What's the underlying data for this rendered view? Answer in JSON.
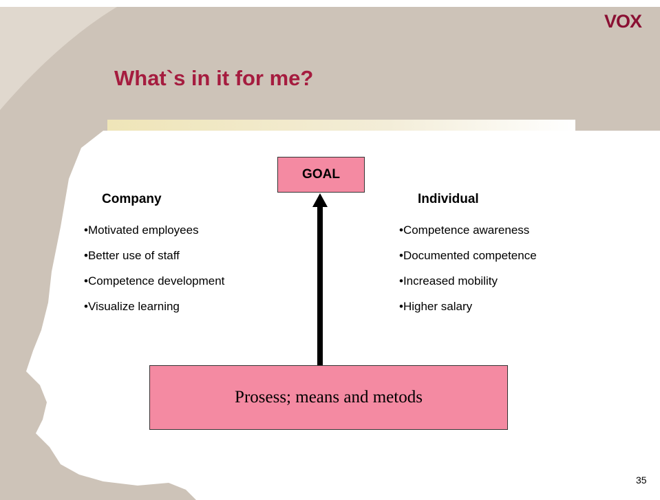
{
  "logo": "VOX",
  "title": "What`s in it for me?",
  "goal": "GOAL",
  "company": {
    "heading": "Company",
    "items": [
      "•Motivated employees",
      "•Better use of staff",
      "•Competence development",
      "•Visualize learning"
    ]
  },
  "individual": {
    "heading": "Individual",
    "items": [
      "•Competence awareness",
      "•Documented competence",
      "•Increased mobility",
      "•Higher salary"
    ]
  },
  "process": "Prosess; means and metods",
  "page_number": "35",
  "colors": {
    "title": "#a51c3f",
    "box_fill": "#f48aa2",
    "background_band": "#cdc3b8",
    "logo": "#8a1033"
  }
}
